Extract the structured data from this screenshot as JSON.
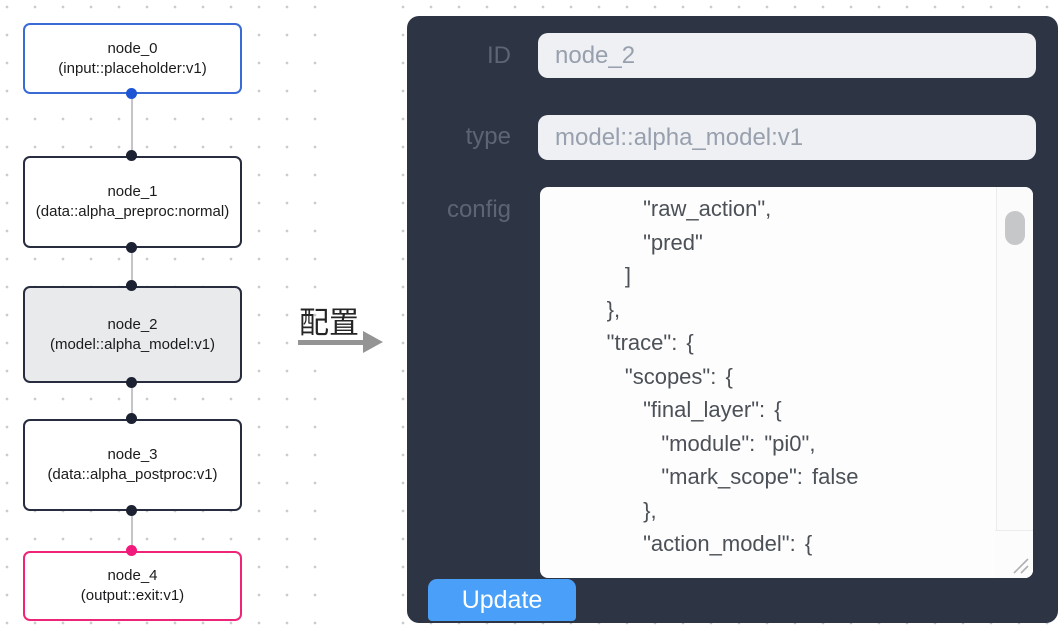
{
  "flow": {
    "nodes": [
      {
        "title": "node_0",
        "subtitle": "(input::placeholder:v1)",
        "kind": "input"
      },
      {
        "title": "node_1",
        "subtitle": "(data::alpha_preproc:normal)",
        "kind": "data"
      },
      {
        "title": "node_2",
        "subtitle": "(model::alpha_model:v1)",
        "kind": "model",
        "selected": true
      },
      {
        "title": "node_3",
        "subtitle": "(data::alpha_postproc:v1)",
        "kind": "data"
      },
      {
        "title": "node_4",
        "subtitle": "(output::exit:v1)",
        "kind": "output"
      }
    ]
  },
  "transition": {
    "label": "配置"
  },
  "panel": {
    "id_label": "ID",
    "id_value": "node_2",
    "type_label": "type",
    "type_value": "model::alpha_model:v1",
    "config_label": "config",
    "config_text": "          \"raw_action\",\n          \"pred\"\n        ]\n      },\n      \"trace\": {\n        \"scopes\": {\n          \"final_layer\": {\n            \"module\": \"pi0\",\n            \"mark_scope\": false\n          },\n          \"action_model\": {",
    "update_label": "Update"
  },
  "colors": {
    "panel_bg": "#2d3544",
    "input_bg": "#eef0f4",
    "button_blue": "#4aa0f8",
    "node_border_default": "#272d3e",
    "node_border_input": "#3a6bd5",
    "node_border_output": "#ee2478",
    "node_selected_bg": "#e9eaec",
    "port_default": "#1c2232",
    "port_input": "#1d55d5",
    "port_output": "#f1197b",
    "edge_gray": "#c4c5c7"
  }
}
